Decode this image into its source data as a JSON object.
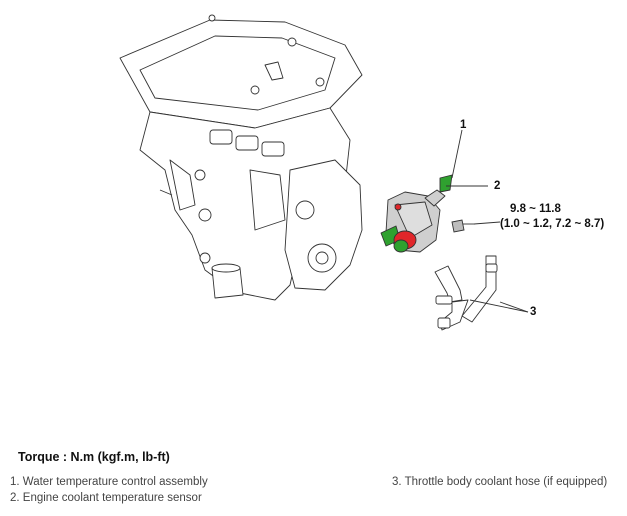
{
  "callouts": [
    {
      "num": "1"
    },
    {
      "num": "2"
    },
    {
      "num": "3"
    }
  ],
  "torque_spec": {
    "line1": "9.8 ~ 11.8",
    "line2": "(1.0 ~ 1.2, 7.2 ~ 8.7)"
  },
  "legend": {
    "title": "Torque : N.m (kgf.m, lb-ft)",
    "items": [
      "1. Water temperature control assembly",
      "2. Engine coolant temperature sensor",
      "3. Throttle body coolant hose (if equipped)"
    ]
  },
  "colors": {
    "line": "#333333",
    "housing": "#cfcfcf",
    "sensor_green": "#2fa12f",
    "cap_red": "#e0262a",
    "bolt": "#bdbdbd"
  }
}
